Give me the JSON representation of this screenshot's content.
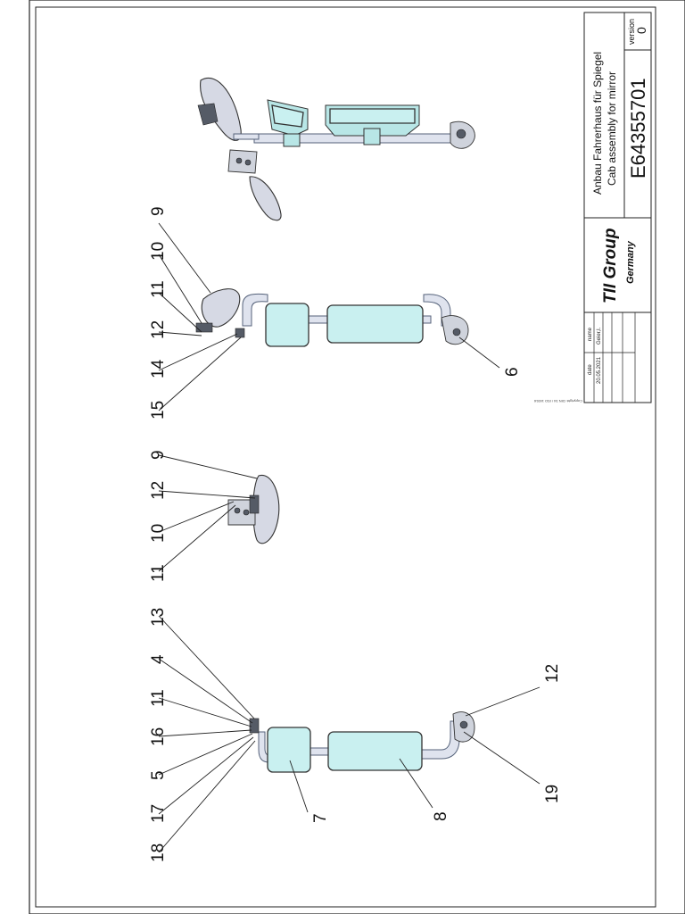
{
  "title_block": {
    "title_de": "Anbau Fahrerhaus für Spiegel",
    "title_en": "Cab assembly for mirror",
    "drawing_number": "E64355701",
    "version_label": "version",
    "version_value": "0",
    "company_name": "TII Group",
    "company_country": "Germany",
    "date_label": "date",
    "name_label": "name",
    "date_value": "20.05.2021",
    "name_value": "Geier,I.",
    "copyright": "Copyright: DIN 34 / ISO 16016"
  },
  "callouts": {
    "v1": [
      "9",
      "10",
      "11",
      "12",
      "14",
      "15",
      "6"
    ],
    "v2": [
      "9",
      "12",
      "10",
      "11"
    ],
    "v3": [
      "13",
      "4",
      "11",
      "16",
      "5",
      "17",
      "18",
      "7",
      "8",
      "12",
      "19"
    ]
  }
}
